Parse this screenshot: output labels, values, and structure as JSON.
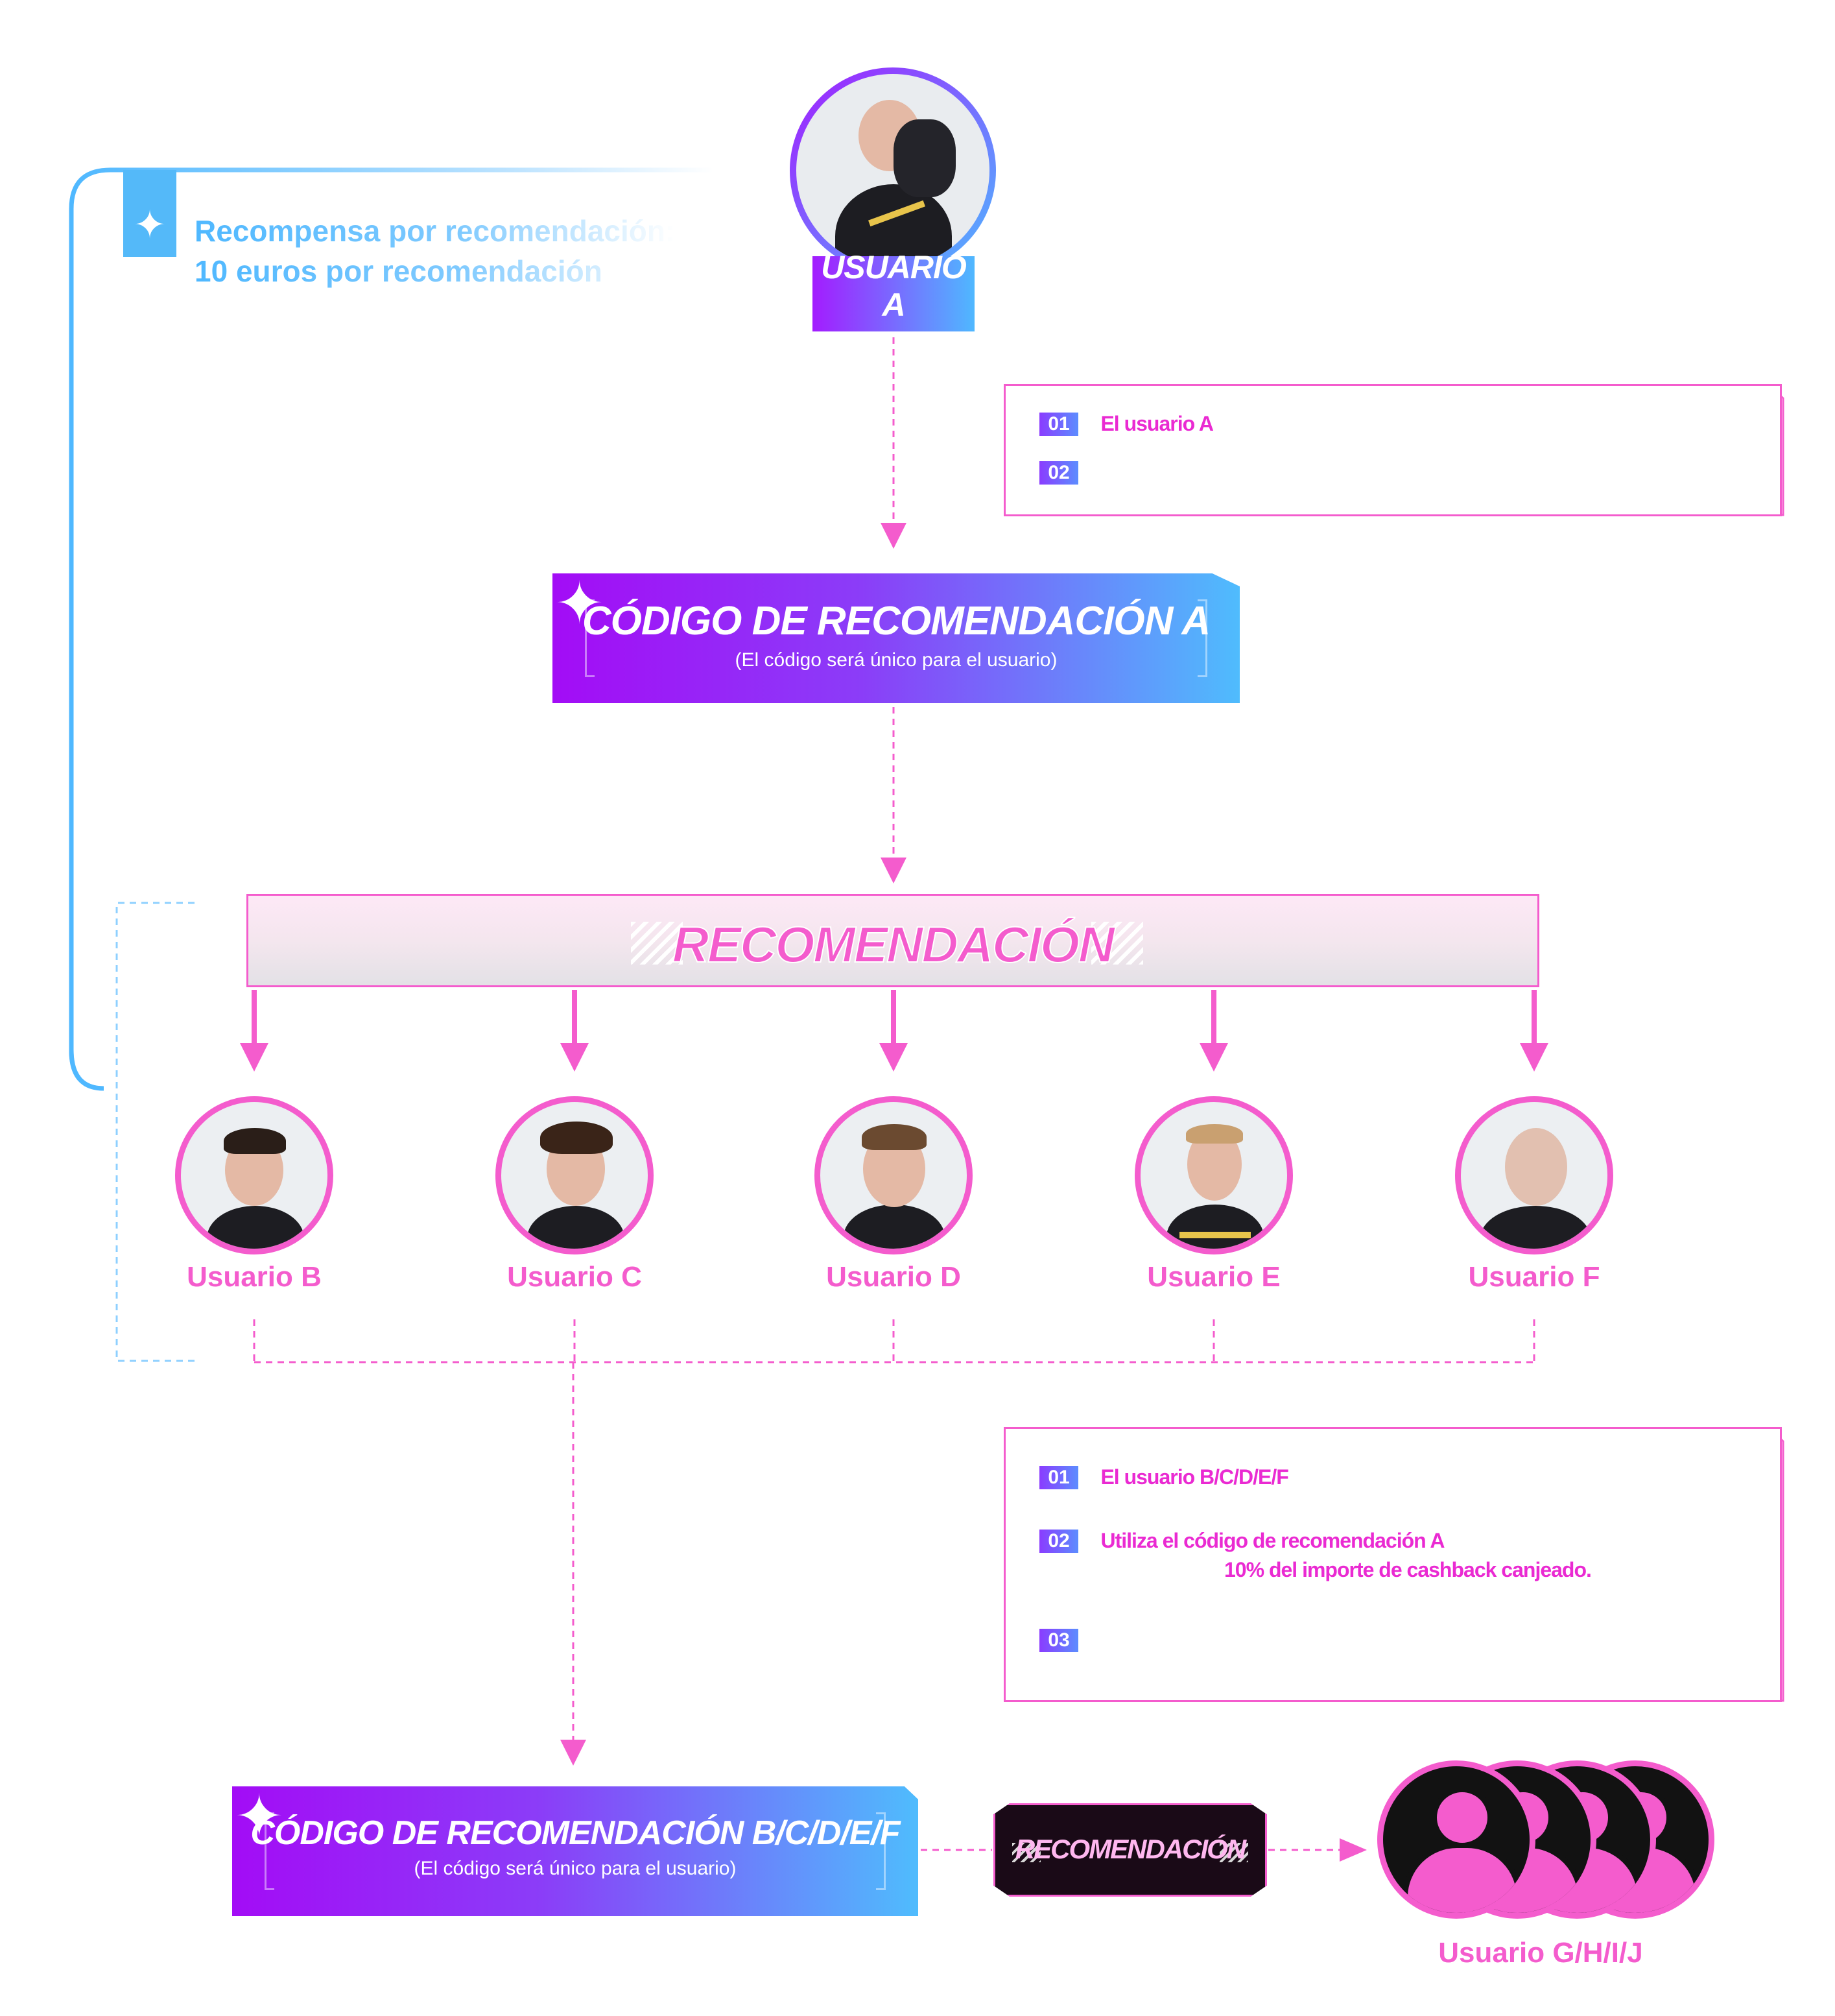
{
  "user_a": {
    "label": "USUARIO A"
  },
  "reward": {
    "line1": "Recompensa por recomendación:",
    "line2": "10 euros por recomendación"
  },
  "info_box_1": {
    "rows": [
      {
        "num": "01",
        "text": "El usuario A"
      },
      {
        "num": "02",
        "text": ""
      }
    ]
  },
  "code_a": {
    "title": "CÓDIGO DE RECOMENDACIÓN A",
    "subtitle": "(El código será único para el usuario)"
  },
  "recommendation_bar": {
    "title": "RECOMENDACIÓN"
  },
  "users": [
    {
      "label": "Usuario B"
    },
    {
      "label": "Usuario C"
    },
    {
      "label": "Usuario D"
    },
    {
      "label": "Usuario E"
    },
    {
      "label": "Usuario F"
    }
  ],
  "info_box_2": {
    "rows": [
      {
        "num": "01",
        "text": "El usuario B/C/D/E/F"
      },
      {
        "num": "02",
        "text": "Utiliza el código de recomendación A",
        "text2": "10% del importe de cashback canjeado."
      },
      {
        "num": "03",
        "text": ""
      }
    ]
  },
  "code_bcdef": {
    "title": "CÓDIGO DE RECOMENDACIÓN B/C/D/E/F",
    "subtitle": "(El código será único para el usuario)"
  },
  "rec_pill": {
    "label": "RECOMENDACIÓN"
  },
  "group": {
    "label": "Usuario G/H/I/J"
  },
  "colors": {
    "pink": "#f45ccd",
    "magenta_text": "#ea2ad2",
    "purple": "#a31cff",
    "blue": "#4fb8ff"
  }
}
